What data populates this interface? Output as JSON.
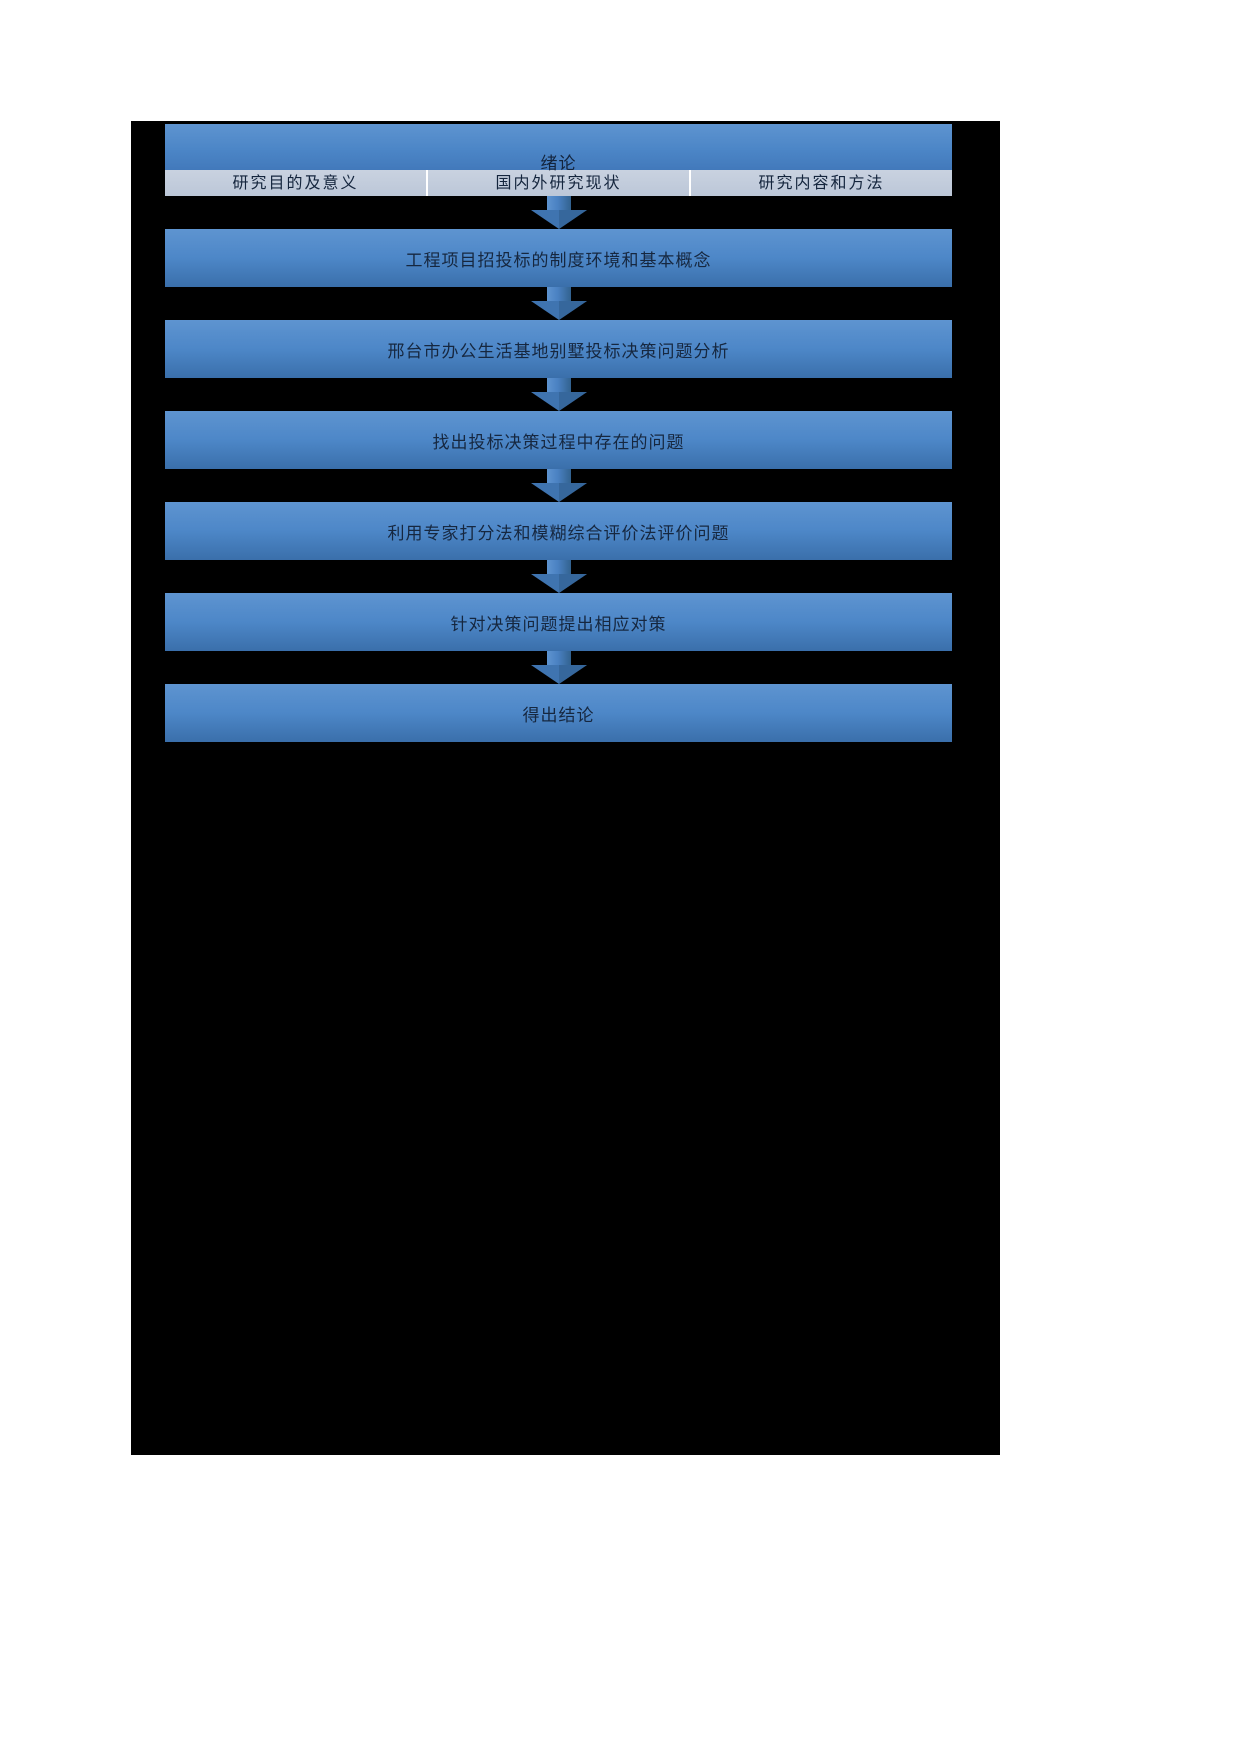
{
  "page": {
    "background_color": "#ffffff",
    "canvas_color": "#000000"
  },
  "colors": {
    "box_blue_light": "#5e94d0",
    "box_blue_mid": "#4d87c8",
    "box_blue_dark": "#3a6fab",
    "subheader_gray": "#c5cedd",
    "text_navy": "#16273f",
    "arrow_blue": "#3f74b0"
  },
  "flowchart": {
    "type": "vertical-process-flow",
    "header": {
      "title": "绪论",
      "subsections": [
        {
          "label": "研究目的及意义"
        },
        {
          "label": "国内外研究现状"
        },
        {
          "label": "研究内容和方法"
        }
      ]
    },
    "steps": [
      {
        "label": "工程项目招投标的制度环境和基本概念"
      },
      {
        "label": "邢台市办公生活基地别墅投标决策问题分析"
      },
      {
        "label": "找出投标决策过程中存在的问题"
      },
      {
        "label": "利用专家打分法和模糊综合评价法评价问题"
      },
      {
        "label": "针对决策问题提出相应对策"
      },
      {
        "label": "得出结论"
      }
    ]
  }
}
